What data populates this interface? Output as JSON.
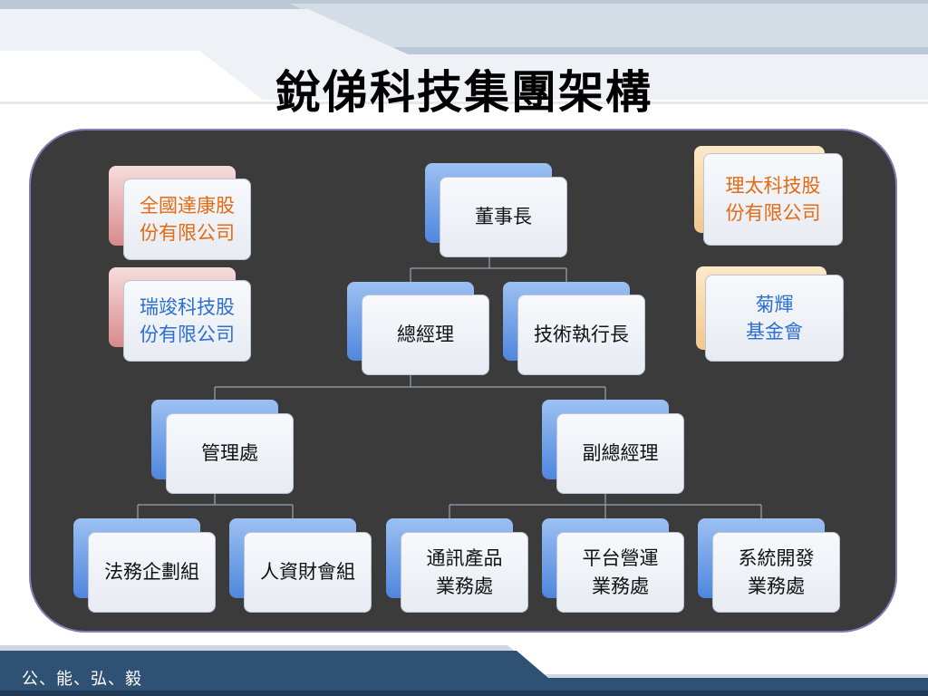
{
  "title": "銳俤科技集團架構",
  "footer": "公、能、弘、毅",
  "org": {
    "chairman": "董事長",
    "general_manager": "總經理",
    "cto": "技術執行長",
    "admin": "管理處",
    "deputy_gm": "副總經理",
    "legal": "法務企劃組",
    "hr_finance": "人資財會組",
    "comm_products": "通訊產品\n業務處",
    "platform_ops": "平台營運\n業務處",
    "system_dev": "系統開發\n業務處"
  },
  "affiliates": {
    "quanguo": "全國達康股\n份有限公司",
    "ruijun": "瑞竣科技股\n份有限公司",
    "litai": "理太科技股\n份有限公司",
    "juhui": "菊輝\n基金會"
  },
  "colors": {
    "panel": "#3b3b3b",
    "panel_border": "#7f7fb8",
    "node_back_blue": "#4f87de",
    "affiliate_orange": "#e56a12",
    "affiliate_blue": "#2d6fd0"
  }
}
